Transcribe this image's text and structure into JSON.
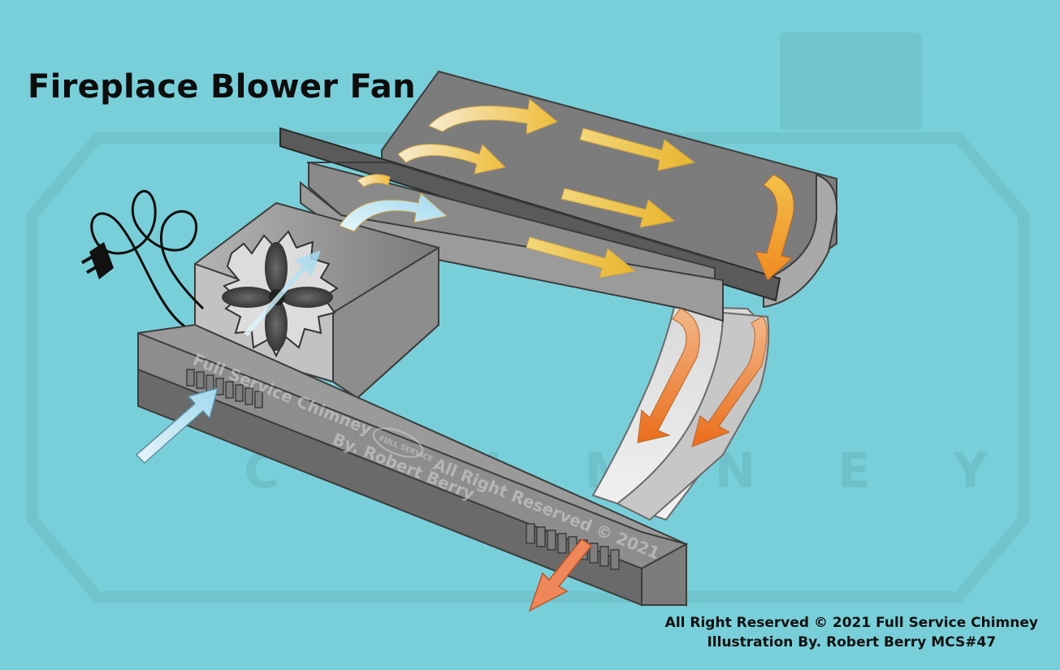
{
  "diagram": {
    "title": "Fireplace Blower Fan",
    "watermark_on_panel": {
      "line1": "Full Service Chimney",
      "line2": "By. Robert Berry",
      "line3": "All Right Reserved © 2021",
      "badge": "FULL SERVICE"
    },
    "background_watermark": "C H I M N E Y",
    "credits": {
      "line1": "All Right Reserved © 2021 Full Service Chimney",
      "line2": "Illustration By. Robert Berry MCS#47"
    }
  },
  "colors": {
    "background": "#79cfd9",
    "metal_dark": "#5f5f5f",
    "metal_mid": "#8a8a8a",
    "metal_light": "#c9c9c9",
    "cool_air": "#bfe6f5",
    "warm_air": "#f0c040",
    "hot_air": "#ef7a1f"
  },
  "icons": [
    "fan-icon",
    "power-plug-icon",
    "cool-air-arrow-icon",
    "hot-air-arrow-icon"
  ]
}
